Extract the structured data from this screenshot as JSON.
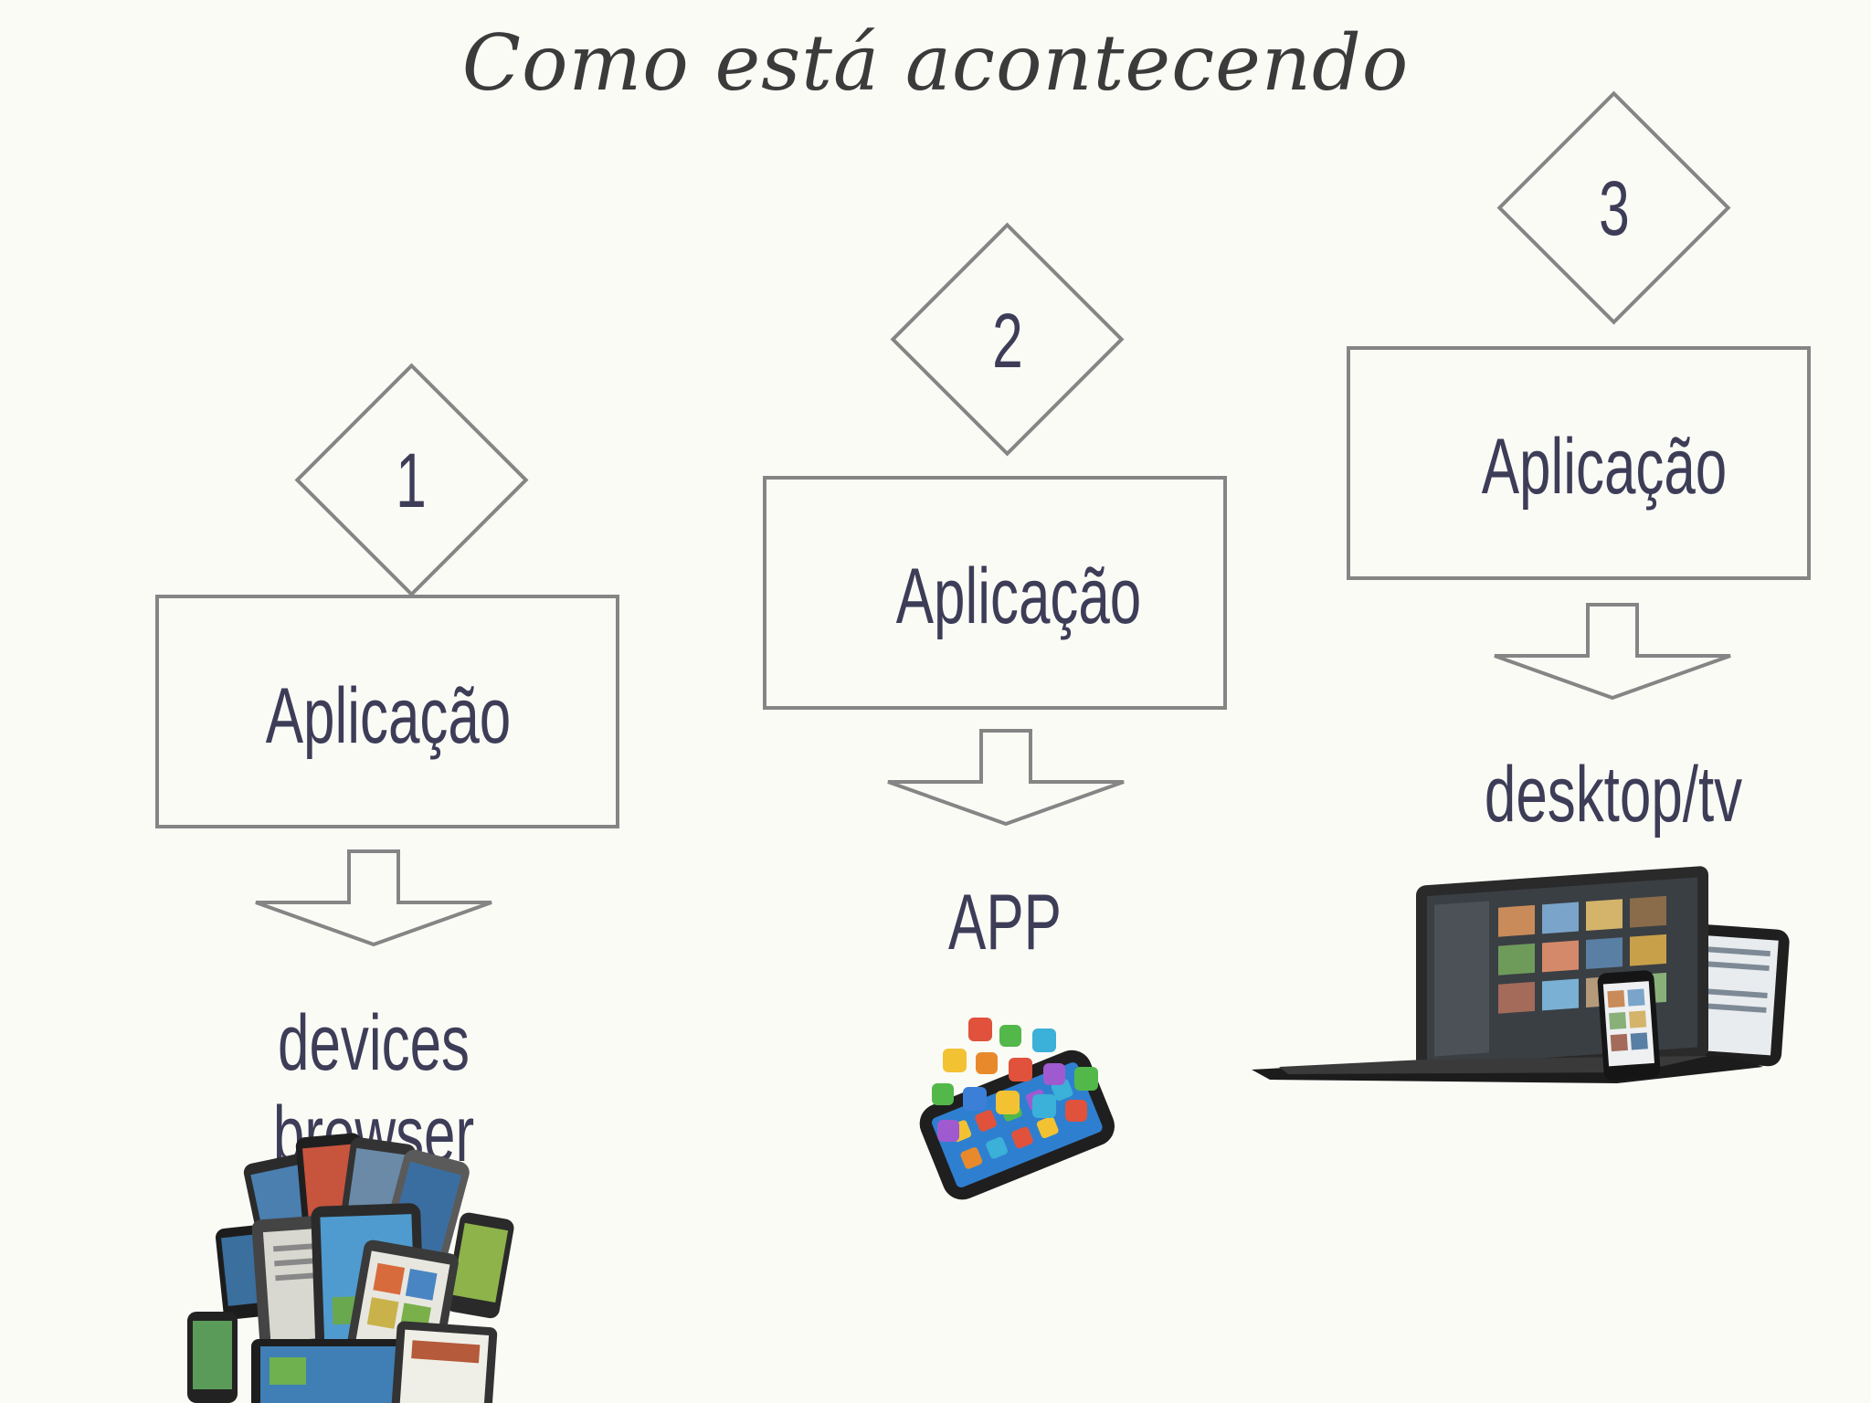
{
  "title": "Como está acontecendo",
  "steps": [
    {
      "number": "1",
      "box_label": "Aplicação",
      "target": "devices browser",
      "image_icon": "devices-collage-icon"
    },
    {
      "number": "2",
      "box_label": "Aplicação",
      "target": "APP",
      "image_icon": "smartphone-apps-icon"
    },
    {
      "number": "3",
      "box_label": "Aplicação",
      "target": "desktop/tv",
      "image_icon": "laptop-tablet-phone-icon"
    }
  ],
  "colors": {
    "background": "#fbfbf6",
    "outline": "#858585",
    "text": "#3d3d58",
    "title": "#3b3b3b"
  }
}
